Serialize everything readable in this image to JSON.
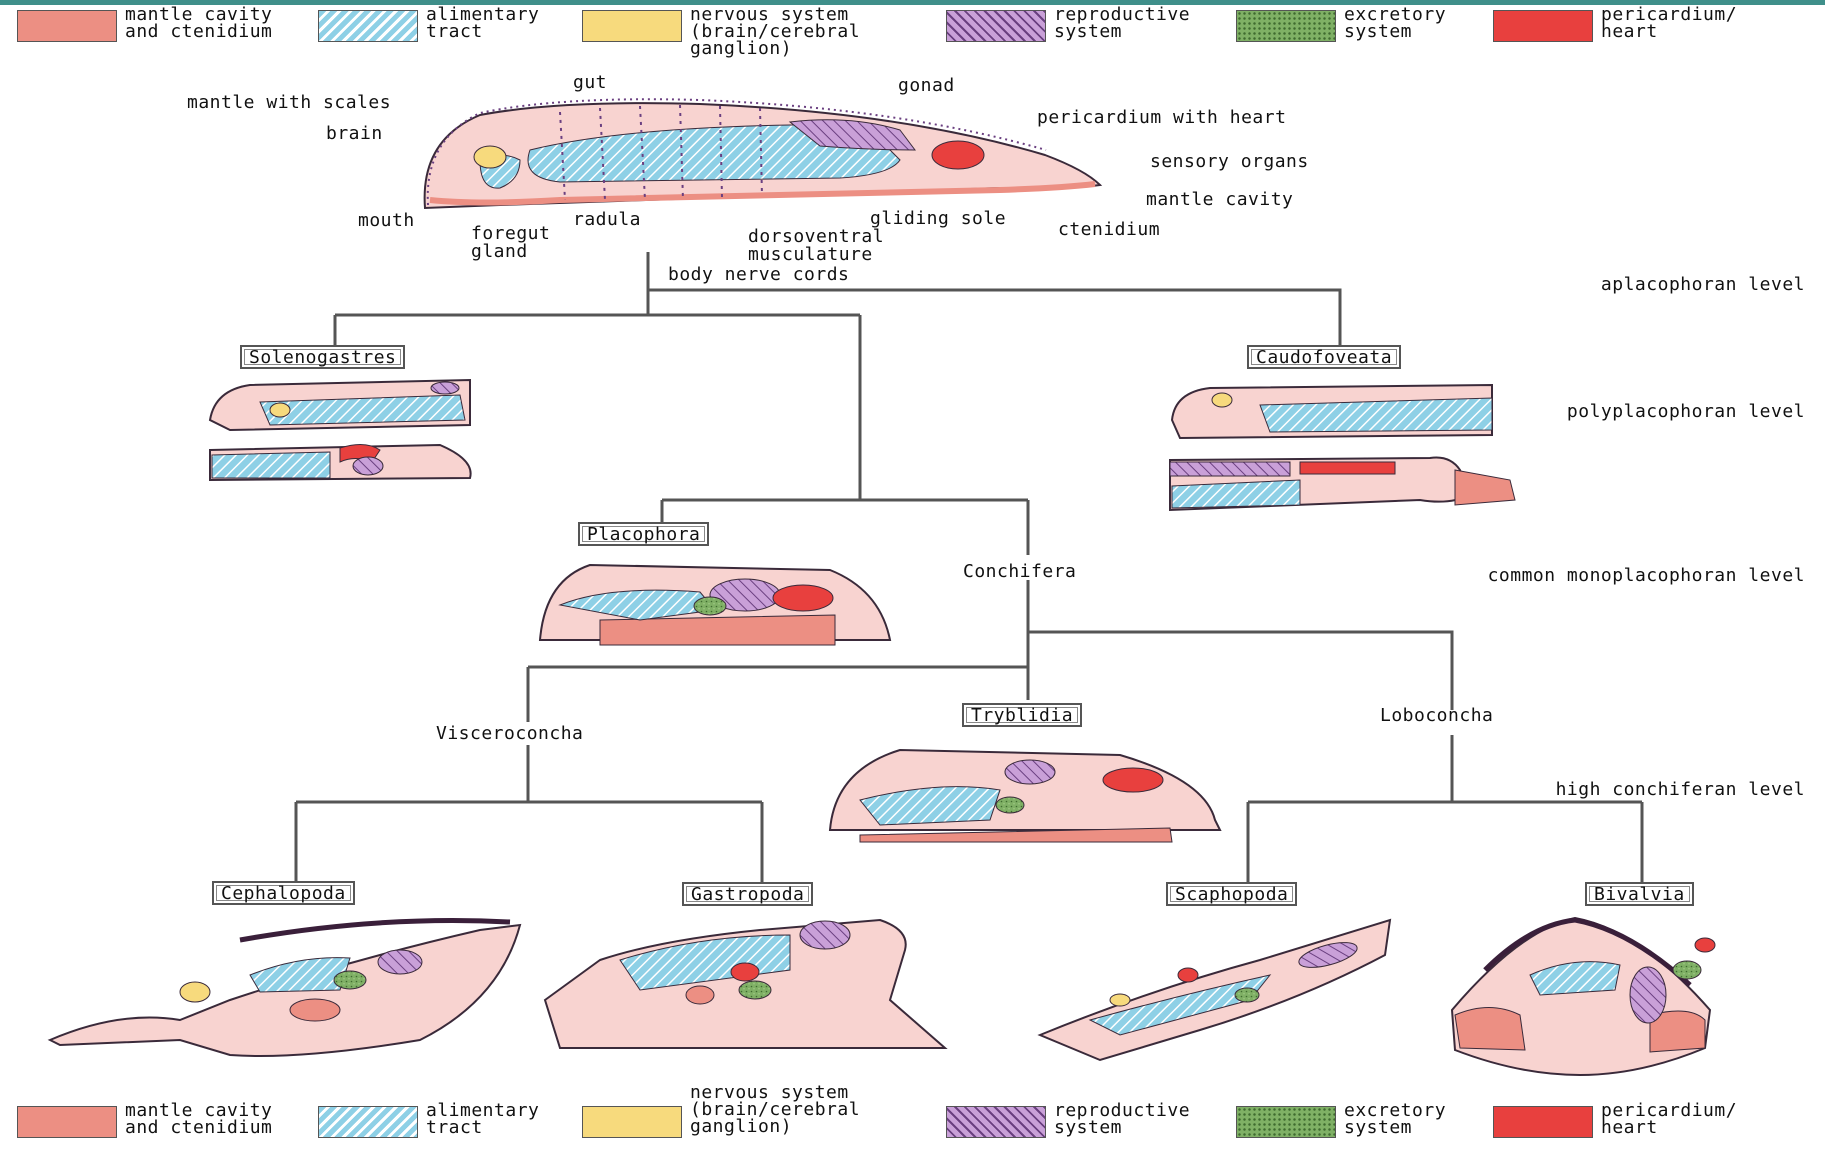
{
  "legend": [
    {
      "label": "mantle cavity\nand ctenidium",
      "color": "#ec8f83",
      "pattern": "solid",
      "icon": "mantle-swatch"
    },
    {
      "label": "alimentary\ntract",
      "color": "#8ed0e6",
      "pattern": "hatch-blue",
      "icon": "alimentary-swatch"
    },
    {
      "label": "nervous system\n(brain/cerebral\nganglion)",
      "color": "#f7da7d",
      "pattern": "solid",
      "icon": "nervous-swatch"
    },
    {
      "label": "reproductive\nsystem",
      "color": "#c9a0d8",
      "pattern": "hatch-purple",
      "icon": "reproductive-swatch"
    },
    {
      "label": "excretory\nsystem",
      "color": "#7fb065",
      "pattern": "stipple-green",
      "icon": "excretory-swatch"
    },
    {
      "label": "pericardium/\nheart",
      "color": "#e8403e",
      "pattern": "solid",
      "icon": "heart-swatch"
    }
  ],
  "anatomy_labels": {
    "mantle_with_scales": "mantle with scales",
    "gut": "gut",
    "gonad": "gonad",
    "brain": "brain",
    "pericardium_with_heart": "pericardium with heart",
    "sensory_organs": "sensory organs",
    "mantle_cavity": "mantle cavity",
    "mouth": "mouth",
    "foregut_gland": "foregut\ngland",
    "radula": "radula",
    "gliding_sole": "gliding sole",
    "ctenidium": "ctenidium",
    "dorsoventral_musculature": "dorsoventral\nmusculature",
    "body_nerve_cords": "body nerve cords"
  },
  "levels": {
    "aplacophoran": "aplacophoran level",
    "polyplacophoran": "polyplacophoran level",
    "monoplacophoran": "common monoplacophoran level",
    "conchiferan": "high conchiferan level"
  },
  "taxa": {
    "solenogastres": "Solenogastres",
    "caudofoveata": "Caudofoveata",
    "placophora": "Placophora",
    "conchifera": "Conchifera",
    "tryblidia": "Tryblidia",
    "visceroconcha": "Visceroconcha",
    "loboconcha": "Loboconcha",
    "cephalopoda": "Cephalopoda",
    "gastropoda": "Gastropoda",
    "scaphopoda": "Scaphopoda",
    "bivalvia": "Bivalvia"
  },
  "colors": {
    "body": "#f8d3d0",
    "mantle": "#ec8f83",
    "alimentary": "#8ed0e6",
    "nervous": "#f7da7d",
    "reproductive": "#c9a0d8",
    "excretory": "#7fb065",
    "heart": "#e8403e",
    "outline": "#3a2a3a",
    "tree_line": "#555555"
  }
}
